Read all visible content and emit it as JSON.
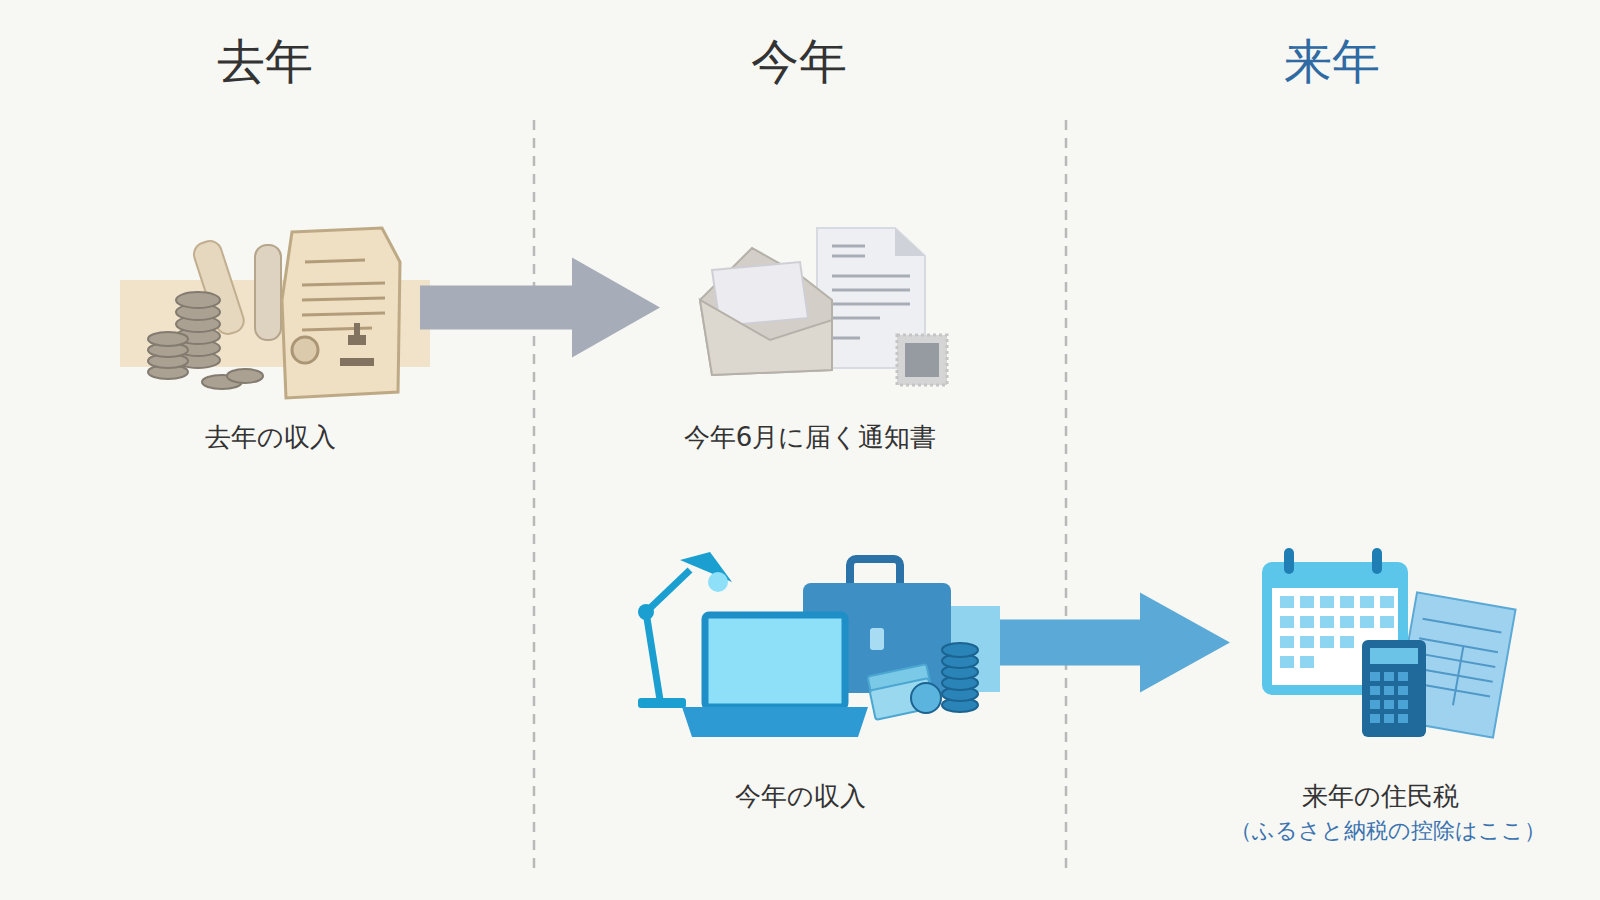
{
  "diagram": {
    "nodes": [
      {
        "text": [
          "去年の収入"
        ]
      },
      {
        "text": [
          "今年6月に届く通知書"
        ]
      },
      {
        "text": [
          "今年の収入"
        ]
      },
      {
        "text": [
          "来年の住民税",
          "（ふるさと納税の控除はここ）"
        ]
      }
    ],
    "edges": [
      {
        "from": 0,
        "to": 1,
        "arrow": "to"
      },
      {
        "from": 2,
        "to": 3,
        "arrow": "to"
      }
    ],
    "labels": [
      "去年",
      "今年",
      "来年"
    ]
  }
}
